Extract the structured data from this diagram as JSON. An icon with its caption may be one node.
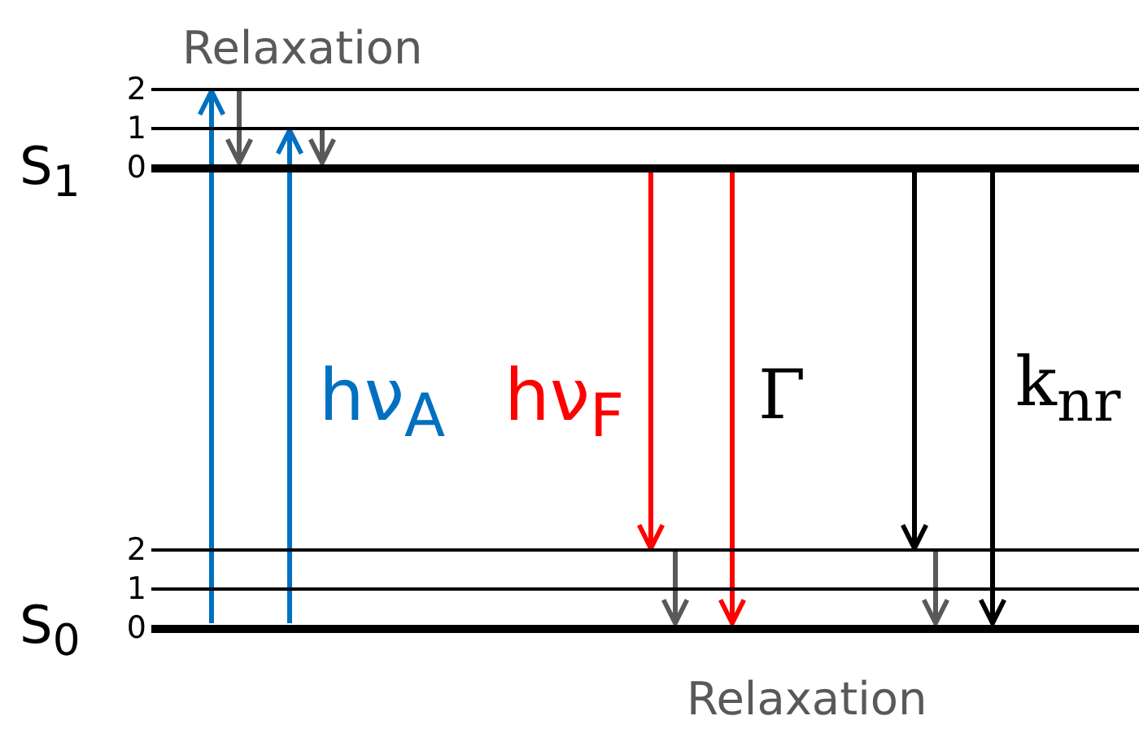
{
  "diagram": {
    "nodes": [
      {
        "text": [
          "2"
        ]
      },
      {
        "text": [
          "1"
        ]
      },
      {
        "text": [
          "0"
        ]
      },
      {
        "text": [
          "2"
        ]
      },
      {
        "text": [
          "1"
        ]
      },
      {
        "text": [
          "0"
        ]
      }
    ],
    "edges": [
      {
        "from": 5,
        "to": 0,
        "arrow": "to",
        "color": "#0070c0"
      },
      {
        "from": 5,
        "to": 1,
        "arrow": "to",
        "color": "#0070c0"
      },
      {
        "from": 0,
        "to": 2,
        "arrow": "to",
        "color": "#595959"
      },
      {
        "from": 1,
        "to": 2,
        "arrow": "to",
        "color": "#595959"
      },
      {
        "from": 2,
        "to": 3,
        "arrow": "to",
        "color": "#ff0000"
      },
      {
        "from": 3,
        "to": 5,
        "arrow": "to",
        "color": "#595959"
      },
      {
        "from": 2,
        "to": 5,
        "arrow": "to",
        "color": "#ff0000"
      },
      {
        "from": 2,
        "to": 3,
        "arrow": "to"
      },
      {
        "from": 3,
        "to": 5,
        "arrow": "to",
        "color": "#595959"
      },
      {
        "from": 2,
        "to": 5,
        "arrow": "to"
      }
    ],
    "labels": [
      "Relaxation",
      "S$_{1}$",
      "hν$_{A}$",
      "hν$_{F}$",
      "Γ",
      "k$_{nr}$",
      "S$_{0}$",
      "Relaxation"
    ]
  }
}
